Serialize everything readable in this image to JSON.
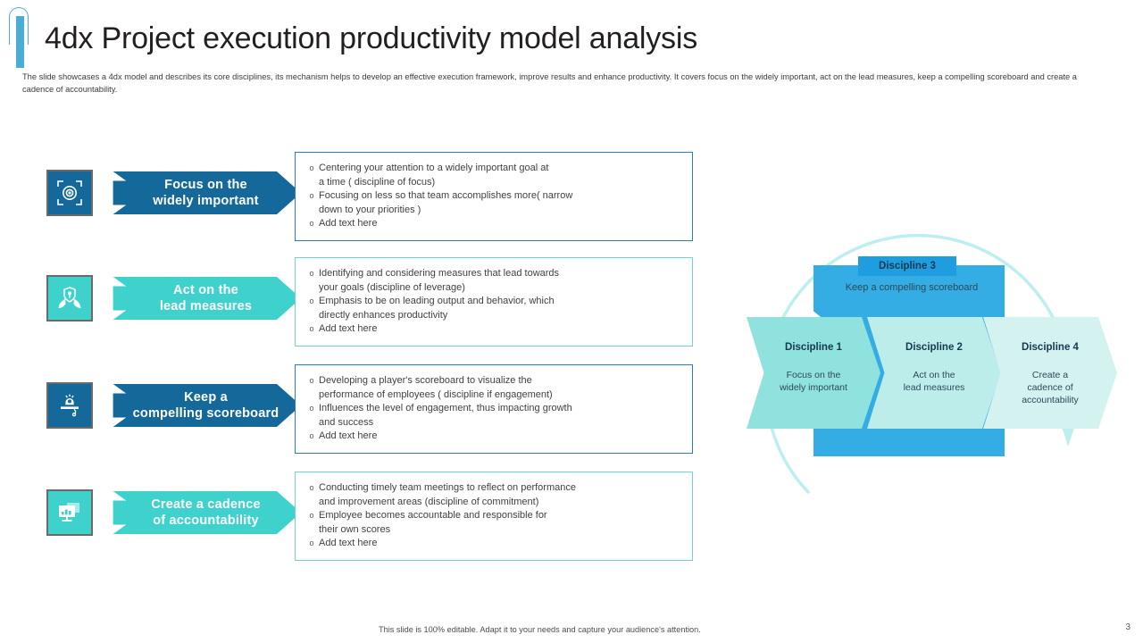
{
  "header": {
    "title": "4dx Project execution productivity model analysis",
    "subtitle": "The slide showcases a 4dx model and describes its core disciplines, its mechanism helps to develop an effective execution framework, improve results and enhance productivity. It covers focus on the widely important, act on the lead measures, keep a compelling scoreboard and create a cadence of accountability.",
    "accent_color": "#4aadd6"
  },
  "disciplines": [
    {
      "icon": "target-focus-icon",
      "label": "Focus on the\nwidely important",
      "color": "#14689a",
      "bullets": [
        "Centering your attention to a widely important goal at\na time ( discipline of focus)",
        "Focusing on less so that team accomplishes more( narrow\ndown to your priorities )",
        "Add text here"
      ]
    },
    {
      "icon": "hands-shield-icon",
      "label": "Act on the\nlead measures",
      "color": "#3fd1cc",
      "bullets": [
        "Identifying and considering measures that lead towards\nyour goals (discipline of leverage)",
        " Emphasis to be on leading output and behavior, which\ndirectly enhances productivity",
        "Add text here"
      ]
    },
    {
      "icon": "scoreboard-person-icon",
      "label": "Keep a\ncompelling scoreboard",
      "color": "#14689a",
      "bullets": [
        "Developing a player's scoreboard to visualize the\nperformance of employees ( discipline if engagement)",
        "Influences the level of engagement, thus impacting growth\nand success",
        "Add text here"
      ]
    },
    {
      "icon": "monitor-report-icon",
      "label": "Create a cadence\nof accountability",
      "color": "#3fd1cc",
      "bullets": [
        "Conducting timely team meetings to reflect on performance\nand improvement areas (discipline of commitment)",
        "Employee becomes accountable and responsible for\ntheir own scores",
        "Add text here"
      ]
    }
  ],
  "bullet_marker": "o",
  "diagram": {
    "ring_color": "#bdeef0",
    "vertical": {
      "badge": "Discipline 3",
      "badge_color": "#1e9ee0",
      "body": "Keep a\ncompelling scoreboard",
      "color": "#34ace4"
    },
    "horizontal": [
      {
        "title": "Discipline 1",
        "body": "Focus on the\nwidely important",
        "color": "#8fe2de"
      },
      {
        "title": "Discipline 2",
        "body": "Act on the\nlead measures",
        "color": "#bdedeb"
      },
      {
        "title": "Discipline 4",
        "body": "Create a\ncadence of\naccountability",
        "color": "#d3f2f0"
      }
    ]
  },
  "footer": {
    "note": "This slide is 100% editable. Adapt it to your needs and capture your audience's attention.",
    "page_number": "3"
  }
}
